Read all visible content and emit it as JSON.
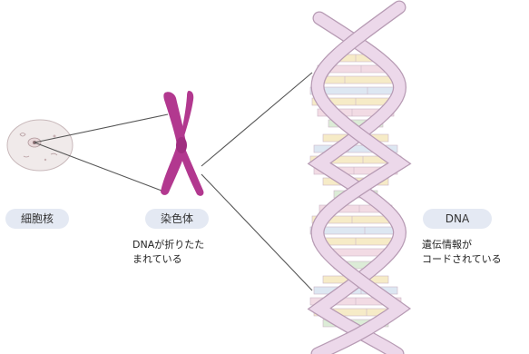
{
  "labels": {
    "nucleus": "細胞核",
    "chromosome": "染色体",
    "dna": "DNA"
  },
  "captions": {
    "chromosome": "DNAが折りたた\nまれている",
    "dna": "遺伝情報が\nコードされている"
  },
  "colors": {
    "chromosome": "#b2388f",
    "helix_strand": "#ecd8ea",
    "helix_outline": "#b79bb4",
    "base_pair_cream": "#f6ebc7",
    "base_pair_pink": "#f2dbe4",
    "base_pair_blue": "#dde7f2",
    "base_pair_green": "#dcecd7",
    "pill_background": "#e4e9f3",
    "connector_line": "#555555",
    "cell": "#f0eaea"
  }
}
